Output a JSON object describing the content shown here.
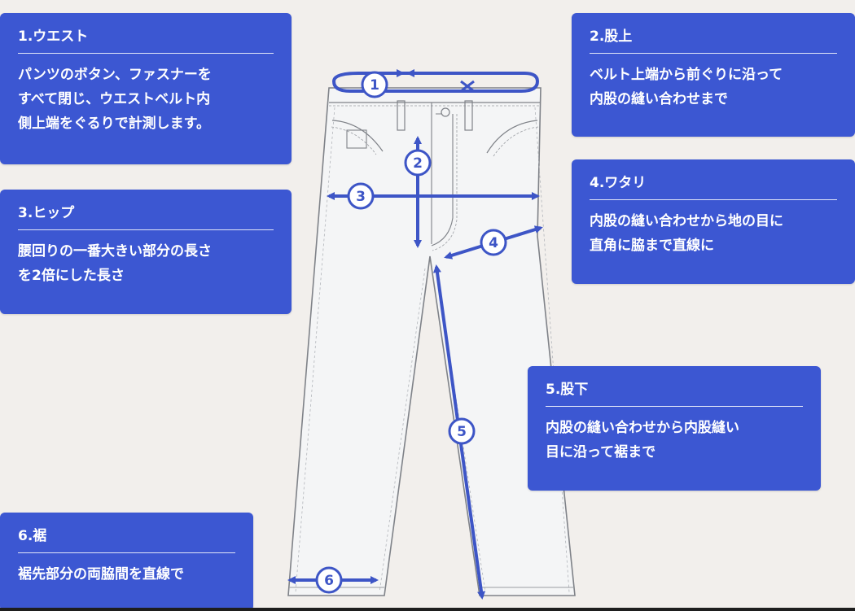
{
  "colors": {
    "card_bg": "#3c57d2",
    "arrow": "#3d55c6",
    "background": "#f2efec",
    "jeans_fill": "#f4f5f6",
    "jeans_line": "#7f8288"
  },
  "cards": [
    {
      "id": "c1",
      "title": "1.ウエスト",
      "body": "パンツのボタン、ファスナーを\nすべて閉じ、ウエストベルト内\n側上端をぐるりで計測します。"
    },
    {
      "id": "c2",
      "title": "2.股上",
      "body": "ベルト上端から前ぐりに沿って\n内股の縫い合わせまで"
    },
    {
      "id": "c3",
      "title": "3.ヒップ",
      "body": "腰回りの一番大きい部分の長さ\nを2倍にした長さ"
    },
    {
      "id": "c4",
      "title": "4.ワタリ",
      "body": "内股の縫い合わせから地の目に\n直角に脇まで直線に"
    },
    {
      "id": "c5",
      "title": "5.股下",
      "body": "内股の縫い合わせから内股縫い\n目に沿って裾まで"
    },
    {
      "id": "c6",
      "title": "6.裾",
      "body": "裾先部分の両脇間を直線で"
    }
  ],
  "markers": [
    "1",
    "2",
    "3",
    "4",
    "5",
    "6"
  ]
}
